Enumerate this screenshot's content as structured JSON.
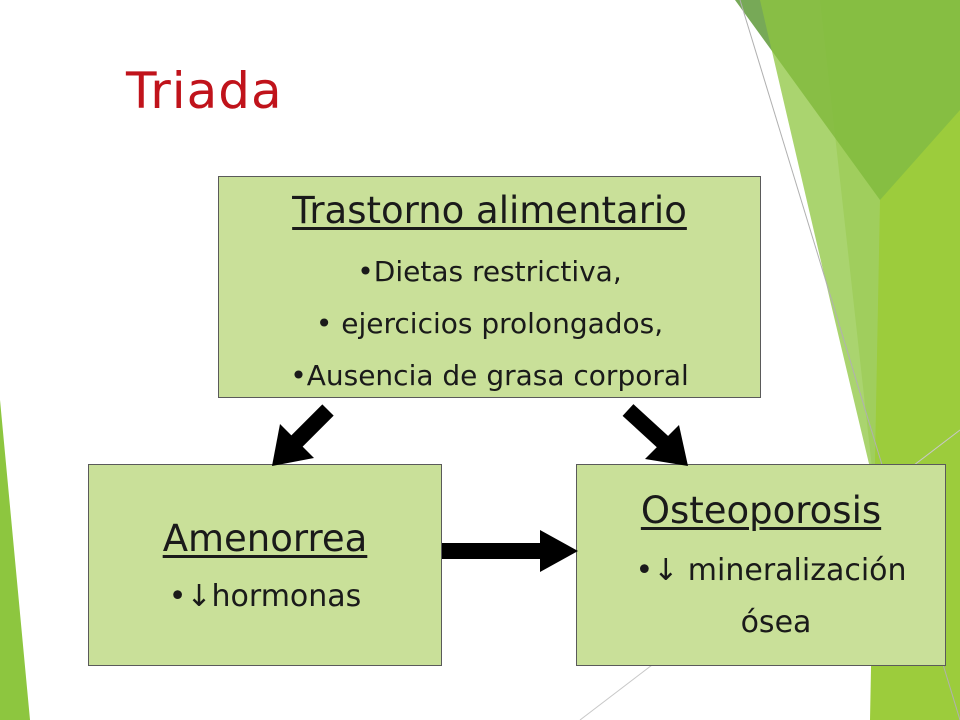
{
  "title": "Triada",
  "boxes": {
    "top": {
      "heading": "Trastorno alimentario",
      "items": [
        "•Dietas restrictiva,",
        "• ejercicios prolongados,",
        "•Ausencia de grasa corporal"
      ]
    },
    "left": {
      "heading": "Amenorrea",
      "items": [
        "•↓hormonas"
      ]
    },
    "right": {
      "heading": "Osteoporosis",
      "items": [
        "•↓ mineralización",
        "ósea"
      ]
    }
  },
  "colors": {
    "title": "#c0131b",
    "box_fill": "#c9e099",
    "accent_green": "#8dc63f",
    "arrow": "#000000"
  }
}
